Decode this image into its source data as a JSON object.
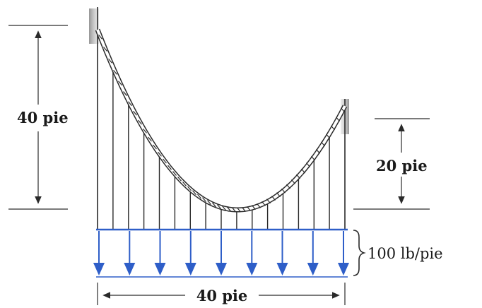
{
  "figure": {
    "left_height_label": "40 pie",
    "right_height_label": "20 pie",
    "span_label": "40 pie",
    "load_label": "100 lb/pie"
  },
  "colors": {
    "ink": "#2a2a2a",
    "load_arrow": "#2e5ec8",
    "support_shade": "#9a9a9a"
  }
}
